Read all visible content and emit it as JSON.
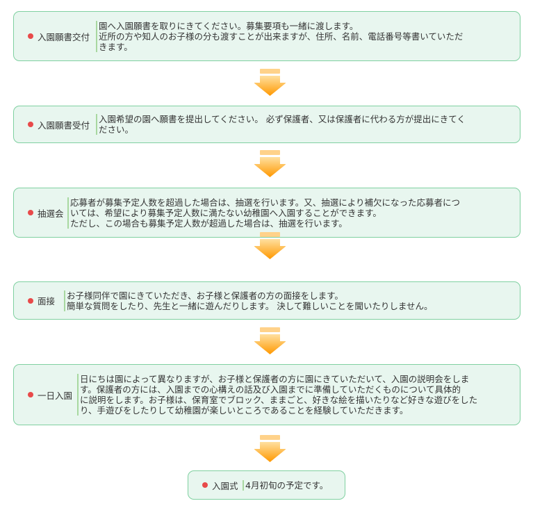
{
  "steps": [
    {
      "label": "入園願書交付",
      "lines": [
        "園へ入園願書を取りにきてください。募集要項も一緒に渡します。",
        "近所の方や知人のお子様の分も渡すことが出来ますが、住所、名前、電話番号等書いていただ",
        "きます。"
      ]
    },
    {
      "label": "入園願書受付",
      "lines": [
        "入園希望の園へ願書を提出してください。 必ず保護者、又は保護者に代わる方が提出にきてく",
        "ださい。"
      ]
    },
    {
      "label": "抽選会",
      "lines": [
        "応募者が募集予定人数を超過した場合は、抽選を行います。又、抽選により補欠になった応募者につ",
        "いては、希望により募集予定人数に満たない幼稚園へ入園することができます。",
        "ただし、この場合も募集予定人数が超過した場合は、抽選を行います。"
      ]
    },
    {
      "label": "面接",
      "lines": [
        "お子様同伴で園にきていただき、お子様と保護者の方の面接をします。",
        "簡単な質問をしたり、先生と一緒に遊んだりします。 決して難しいことを聞いたりしません。"
      ]
    },
    {
      "label": "一日入園",
      "lines": [
        "日にちは園によって異なりますが、お子様と保護者の方に園にきていただいて、入園の説明会をしま",
        "す。保護者の方には、入園までの心構えの話及び入園までに準備していただくものについて具体的",
        "に説明をします。お子様は、保育室でブロック、ままごと、好きな絵を描いたりなど好きな遊びをした",
        "り、手遊びをしたりして幼稚園が楽しいところであることを経験していただきます。"
      ]
    },
    {
      "label": "入園式",
      "lines": [
        "4月初旬の予定です。"
      ]
    }
  ]
}
